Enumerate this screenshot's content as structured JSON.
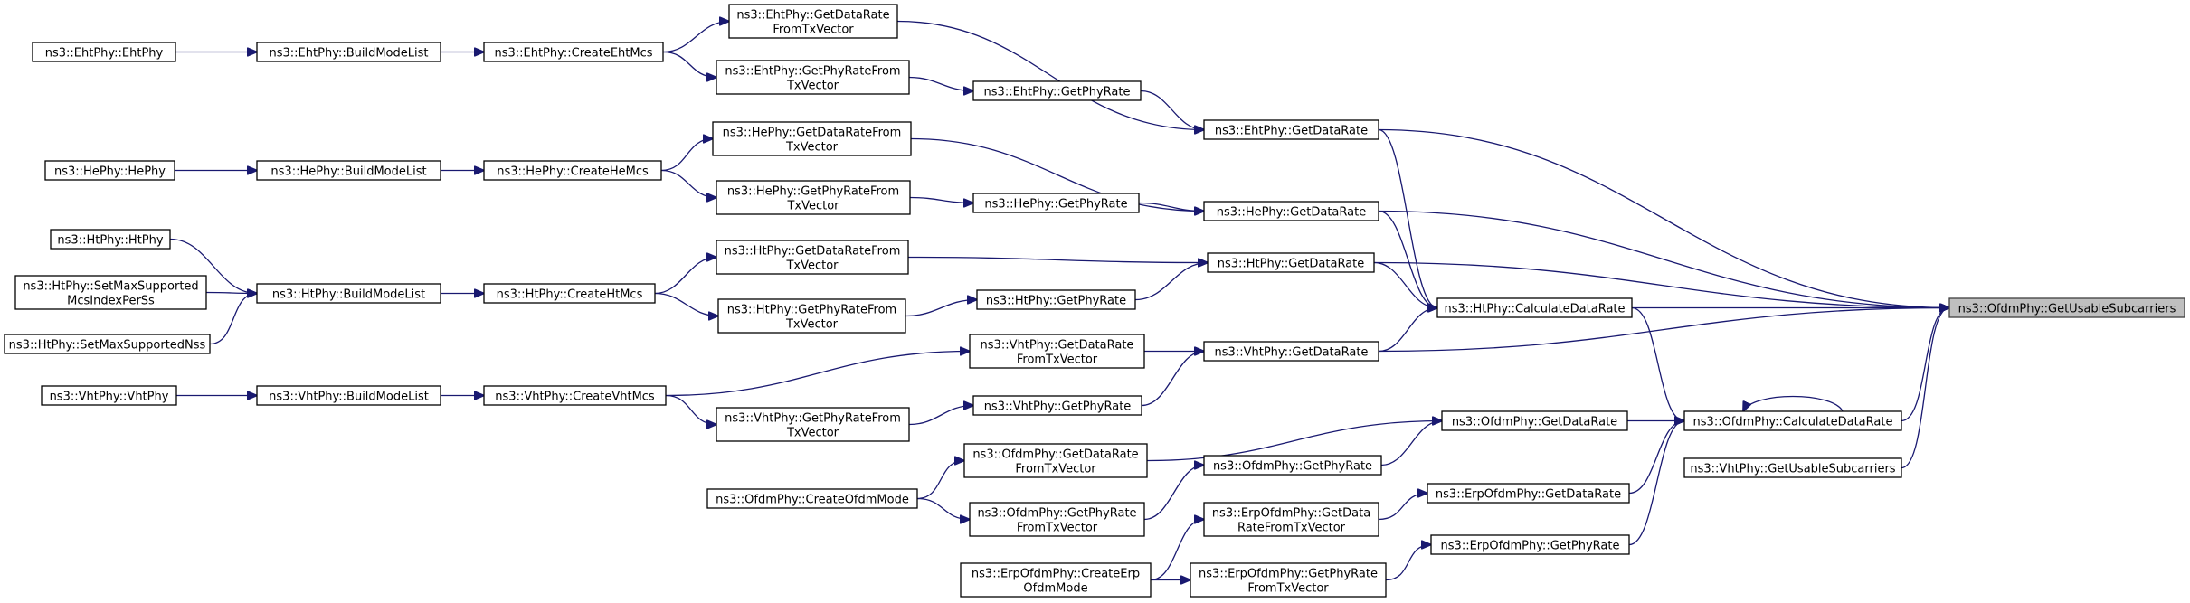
{
  "diagram": {
    "type": "caller-graph",
    "nodes": [
      {
        "id": "n_target",
        "lines": [
          "ns3::OfdmPhy::GetUsableSubcarriers"
        ],
        "highlight": true
      },
      {
        "id": "n_eht_ctor",
        "lines": [
          "ns3::EhtPhy::EhtPhy"
        ]
      },
      {
        "id": "n_eht_bml",
        "lines": [
          "ns3::EhtPhy::BuildModeList"
        ]
      },
      {
        "id": "n_eht_cm",
        "lines": [
          "ns3::EhtPhy::CreateEhtMcs"
        ]
      },
      {
        "id": "n_eht_gdrtx",
        "lines": [
          "ns3::EhtPhy::GetDataRate",
          "FromTxVector"
        ]
      },
      {
        "id": "n_eht_gprtx",
        "lines": [
          "ns3::EhtPhy::GetPhyRateFrom",
          "TxVector"
        ]
      },
      {
        "id": "n_eht_gpr",
        "lines": [
          "ns3::EhtPhy::GetPhyRate"
        ]
      },
      {
        "id": "n_eht_gdr",
        "lines": [
          "ns3::EhtPhy::GetDataRate"
        ]
      },
      {
        "id": "n_he_ctor",
        "lines": [
          "ns3::HePhy::HePhy"
        ]
      },
      {
        "id": "n_he_bml",
        "lines": [
          "ns3::HePhy::BuildModeList"
        ]
      },
      {
        "id": "n_he_cm",
        "lines": [
          "ns3::HePhy::CreateHeMcs"
        ]
      },
      {
        "id": "n_he_gdrtx",
        "lines": [
          "ns3::HePhy::GetDataRateFrom",
          "TxVector"
        ]
      },
      {
        "id": "n_he_gprtx",
        "lines": [
          "ns3::HePhy::GetPhyRateFrom",
          "TxVector"
        ]
      },
      {
        "id": "n_he_gpr",
        "lines": [
          "ns3::HePhy::GetPhyRate"
        ]
      },
      {
        "id": "n_he_gdr",
        "lines": [
          "ns3::HePhy::GetDataRate"
        ]
      },
      {
        "id": "n_ht_ctor",
        "lines": [
          "ns3::HtPhy::HtPhy"
        ]
      },
      {
        "id": "n_ht_smsm",
        "lines": [
          "ns3::HtPhy::SetMaxSupported",
          "McsIndexPerSs"
        ]
      },
      {
        "id": "n_ht_smsn",
        "lines": [
          "ns3::HtPhy::SetMaxSupportedNss"
        ]
      },
      {
        "id": "n_ht_bml",
        "lines": [
          "ns3::HtPhy::BuildModeList"
        ]
      },
      {
        "id": "n_ht_cm",
        "lines": [
          "ns3::HtPhy::CreateHtMcs"
        ]
      },
      {
        "id": "n_ht_gdrtx",
        "lines": [
          "ns3::HtPhy::GetDataRateFrom",
          "TxVector"
        ]
      },
      {
        "id": "n_ht_gprtx",
        "lines": [
          "ns3::HtPhy::GetPhyRateFrom",
          "TxVector"
        ]
      },
      {
        "id": "n_ht_gpr",
        "lines": [
          "ns3::HtPhy::GetPhyRate"
        ]
      },
      {
        "id": "n_ht_gdr",
        "lines": [
          "ns3::HtPhy::GetDataRate"
        ]
      },
      {
        "id": "n_ht_cdr",
        "lines": [
          "ns3::HtPhy::CalculateDataRate"
        ]
      },
      {
        "id": "n_vht_ctor",
        "lines": [
          "ns3::VhtPhy::VhtPhy"
        ]
      },
      {
        "id": "n_vht_bml",
        "lines": [
          "ns3::VhtPhy::BuildModeList"
        ]
      },
      {
        "id": "n_vht_cm",
        "lines": [
          "ns3::VhtPhy::CreateVhtMcs"
        ]
      },
      {
        "id": "n_vht_gdrtx",
        "lines": [
          "ns3::VhtPhy::GetDataRate",
          "FromTxVector"
        ]
      },
      {
        "id": "n_vht_gprtx",
        "lines": [
          "ns3::VhtPhy::GetPhyRateFrom",
          "TxVector"
        ]
      },
      {
        "id": "n_vht_gpr",
        "lines": [
          "ns3::VhtPhy::GetPhyRate"
        ]
      },
      {
        "id": "n_vht_gdr",
        "lines": [
          "ns3::VhtPhy::GetDataRate"
        ]
      },
      {
        "id": "n_vht_gus",
        "lines": [
          "ns3::VhtPhy::GetUsableSubcarriers"
        ]
      },
      {
        "id": "n_ofdm_com",
        "lines": [
          "ns3::OfdmPhy::CreateOfdmMode"
        ]
      },
      {
        "id": "n_ofdm_gdrtx",
        "lines": [
          "ns3::OfdmPhy::GetDataRate",
          "FromTxVector"
        ]
      },
      {
        "id": "n_ofdm_gprtx",
        "lines": [
          "ns3::OfdmPhy::GetPhyRate",
          "FromTxVector"
        ]
      },
      {
        "id": "n_ofdm_gpr",
        "lines": [
          "ns3::OfdmPhy::GetPhyRate"
        ]
      },
      {
        "id": "n_ofdm_gdr",
        "lines": [
          "ns3::OfdmPhy::GetDataRate"
        ]
      },
      {
        "id": "n_ofdm_cdr",
        "lines": [
          "ns3::OfdmPhy::CalculateDataRate"
        ]
      },
      {
        "id": "n_erp_ceom",
        "lines": [
          "ns3::ErpOfdmPhy::CreateErp",
          "OfdmMode"
        ]
      },
      {
        "id": "n_erp_gdrtx",
        "lines": [
          "ns3::ErpOfdmPhy::GetData",
          "RateFromTxVector"
        ]
      },
      {
        "id": "n_erp_gprtx",
        "lines": [
          "ns3::ErpOfdmPhy::GetPhyRate",
          "FromTxVector"
        ]
      },
      {
        "id": "n_erp_gdr",
        "lines": [
          "ns3::ErpOfdmPhy::GetDataRate"
        ]
      },
      {
        "id": "n_erp_gpr",
        "lines": [
          "ns3::ErpOfdmPhy::GetPhyRate"
        ]
      }
    ],
    "edges": [
      {
        "from": "n_eht_ctor",
        "to": "n_eht_bml"
      },
      {
        "from": "n_eht_bml",
        "to": "n_eht_cm"
      },
      {
        "from": "n_eht_cm",
        "to": "n_eht_gdrtx"
      },
      {
        "from": "n_eht_cm",
        "to": "n_eht_gprtx"
      },
      {
        "from": "n_eht_gprtx",
        "to": "n_eht_gpr"
      },
      {
        "from": "n_eht_gpr",
        "to": "n_eht_gdr"
      },
      {
        "from": "n_eht_gdrtx",
        "to": "n_eht_gdr"
      },
      {
        "from": "n_eht_gdr",
        "to": "n_target"
      },
      {
        "from": "n_he_ctor",
        "to": "n_he_bml"
      },
      {
        "from": "n_he_bml",
        "to": "n_he_cm"
      },
      {
        "from": "n_he_cm",
        "to": "n_he_gdrtx"
      },
      {
        "from": "n_he_cm",
        "to": "n_he_gprtx"
      },
      {
        "from": "n_he_gprtx",
        "to": "n_he_gpr"
      },
      {
        "from": "n_he_gpr",
        "to": "n_he_gdr"
      },
      {
        "from": "n_he_gdrtx",
        "to": "n_he_gdr"
      },
      {
        "from": "n_he_gdr",
        "to": "n_target"
      },
      {
        "from": "n_ht_ctor",
        "to": "n_ht_bml"
      },
      {
        "from": "n_ht_smsm",
        "to": "n_ht_bml"
      },
      {
        "from": "n_ht_smsn",
        "to": "n_ht_bml"
      },
      {
        "from": "n_ht_bml",
        "to": "n_ht_cm"
      },
      {
        "from": "n_ht_cm",
        "to": "n_ht_gdrtx"
      },
      {
        "from": "n_ht_cm",
        "to": "n_ht_gprtx"
      },
      {
        "from": "n_ht_gdrtx",
        "to": "n_ht_gdr"
      },
      {
        "from": "n_ht_gprtx",
        "to": "n_ht_gpr"
      },
      {
        "from": "n_ht_gpr",
        "to": "n_ht_gdr"
      },
      {
        "from": "n_ht_gdr",
        "to": "n_target"
      },
      {
        "from": "n_eht_gdr",
        "to": "n_ht_cdr"
      },
      {
        "from": "n_he_gdr",
        "to": "n_ht_cdr"
      },
      {
        "from": "n_ht_gdr",
        "to": "n_ht_cdr"
      },
      {
        "from": "n_vht_gdr",
        "to": "n_ht_cdr"
      },
      {
        "from": "n_ht_cdr",
        "to": "n_target"
      },
      {
        "from": "n_vht_ctor",
        "to": "n_vht_bml"
      },
      {
        "from": "n_vht_bml",
        "to": "n_vht_cm"
      },
      {
        "from": "n_vht_cm",
        "to": "n_vht_gdrtx"
      },
      {
        "from": "n_vht_cm",
        "to": "n_vht_gprtx"
      },
      {
        "from": "n_vht_gdrtx",
        "to": "n_vht_gdr"
      },
      {
        "from": "n_vht_gprtx",
        "to": "n_vht_gpr"
      },
      {
        "from": "n_vht_gpr",
        "to": "n_vht_gdr"
      },
      {
        "from": "n_vht_gdr",
        "to": "n_target"
      },
      {
        "from": "n_vht_gus",
        "to": "n_target"
      },
      {
        "from": "n_ofdm_com",
        "to": "n_ofdm_gdrtx"
      },
      {
        "from": "n_ofdm_com",
        "to": "n_ofdm_gprtx"
      },
      {
        "from": "n_ofdm_gdrtx",
        "to": "n_ofdm_gdr"
      },
      {
        "from": "n_ofdm_gprtx",
        "to": "n_ofdm_gpr"
      },
      {
        "from": "n_ofdm_gpr",
        "to": "n_ofdm_gdr"
      },
      {
        "from": "n_ofdm_gdr",
        "to": "n_ofdm_cdr"
      },
      {
        "from": "n_ht_cdr",
        "to": "n_ofdm_cdr"
      },
      {
        "from": "n_ofdm_cdr",
        "to": "n_ofdm_cdr"
      },
      {
        "from": "n_ofdm_cdr",
        "to": "n_target"
      },
      {
        "from": "n_erp_ceom",
        "to": "n_erp_gdrtx"
      },
      {
        "from": "n_erp_ceom",
        "to": "n_erp_gprtx"
      },
      {
        "from": "n_erp_gdrtx",
        "to": "n_erp_gdr"
      },
      {
        "from": "n_erp_gprtx",
        "to": "n_erp_gpr"
      },
      {
        "from": "n_erp_gdr",
        "to": "n_ofdm_cdr"
      },
      {
        "from": "n_erp_gpr",
        "to": "n_ofdm_cdr"
      }
    ]
  }
}
